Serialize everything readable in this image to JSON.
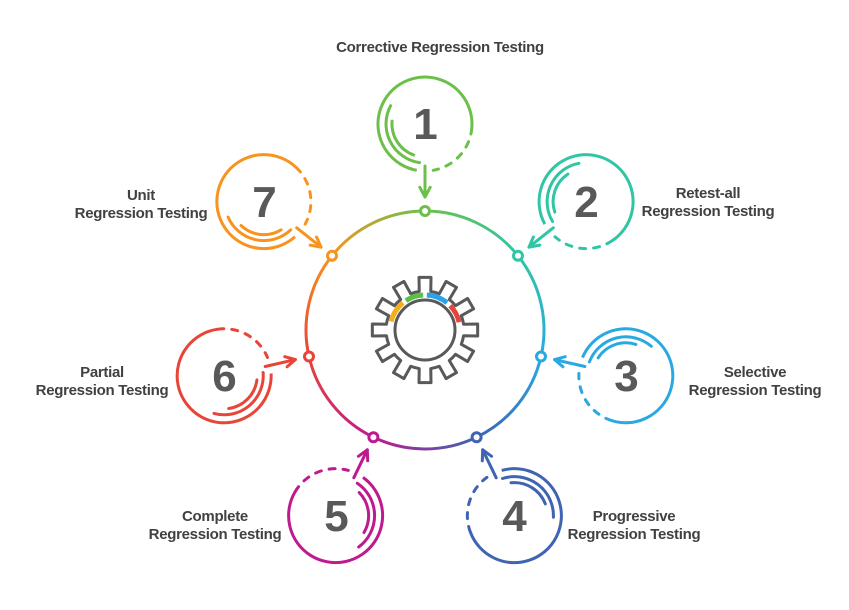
{
  "diagram": {
    "items": [
      {
        "number": "1",
        "label_lines": [
          "Corrective Regression Testing"
        ],
        "color": "#6CC04A"
      },
      {
        "number": "2",
        "label_lines": [
          "Retest-all",
          "Regression Testing"
        ],
        "color": "#30C6A4"
      },
      {
        "number": "3",
        "label_lines": [
          "Selective",
          "Regression Testing"
        ],
        "color": "#29A9E1"
      },
      {
        "number": "4",
        "label_lines": [
          "Progressive",
          "Regression Testing"
        ],
        "color": "#3E64B3"
      },
      {
        "number": "5",
        "label_lines": [
          "Complete",
          "Regression Testing"
        ],
        "color": "#BE1A8F"
      },
      {
        "number": "6",
        "label_lines": [
          "Partial",
          "Regression Testing"
        ],
        "color": "#E84438"
      },
      {
        "number": "7",
        "label_lines": [
          "Unit",
          "Regression Testing"
        ],
        "color": "#F7941E"
      }
    ],
    "gear": {
      "outline_color": "#58595B",
      "accent_colors": {
        "yellow": "#F2B01E",
        "green": "#5BC146",
        "blue": "#2BA3E8",
        "red": "#E8453A"
      }
    },
    "label_color": "#414042",
    "number_color": "#58595B",
    "background_color": "#FFFFFF"
  }
}
